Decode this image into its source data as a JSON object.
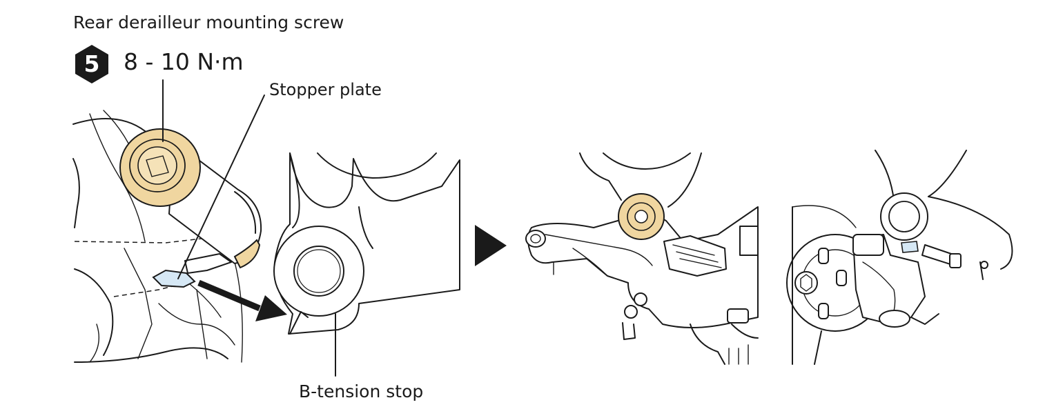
{
  "labels": {
    "mounting_screw": "Rear derailleur mounting screw",
    "step_number": "5",
    "torque": "8 - 10 N·m",
    "stopper_plate": "Stopper plate",
    "b_tension_stop": "B-tension stop"
  },
  "colors": {
    "screw_fill": "#f0d6a0",
    "stopper_fill": "#d6e8f5",
    "line": "#1a1a1a",
    "badge": "#1a1a1a"
  },
  "icons": {
    "step_badge": "hexagon-badge-icon",
    "next_step": "play-triangle-icon"
  }
}
